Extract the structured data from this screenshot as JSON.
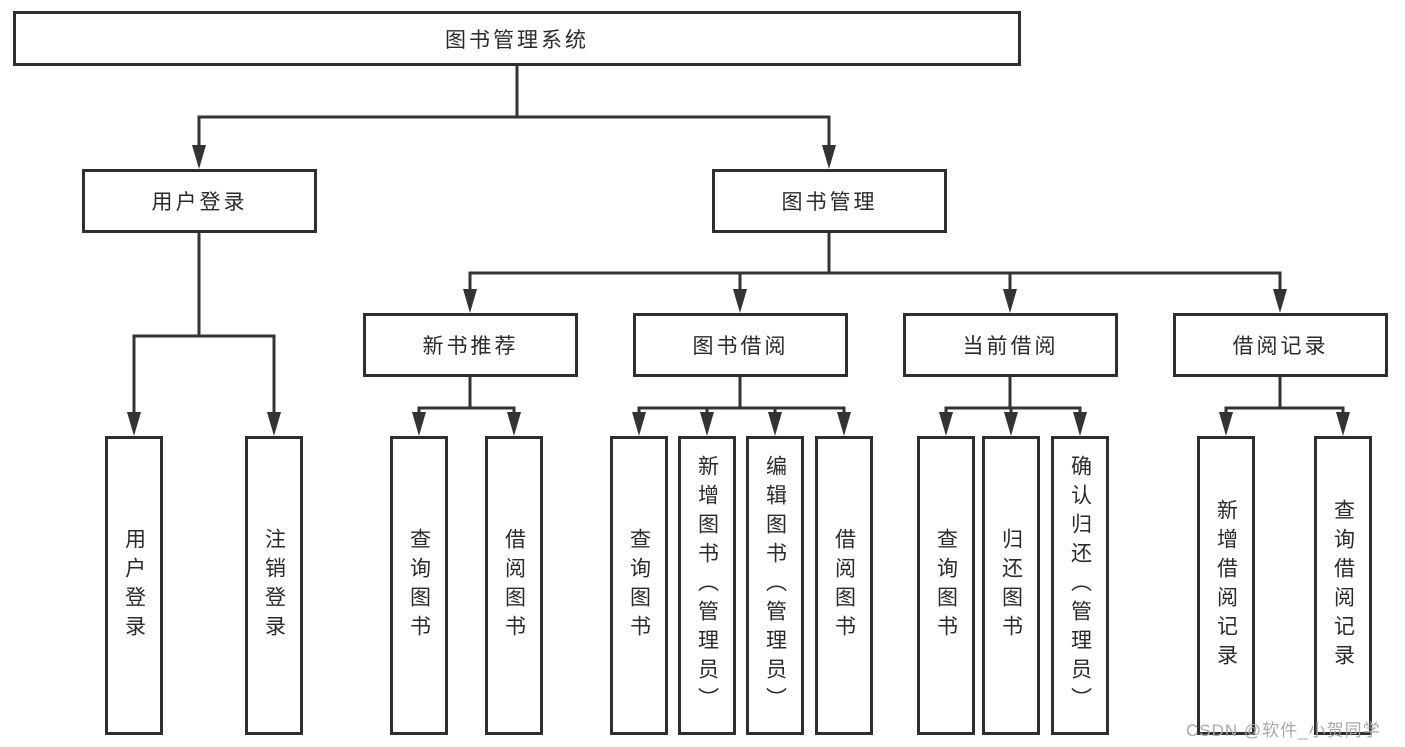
{
  "diagram": {
    "root": {
      "label": "图书管理系统"
    },
    "level2": [
      {
        "label": "用户登录"
      },
      {
        "label": "图书管理"
      }
    ],
    "level3": [
      {
        "label": "新书推荐",
        "parent": "图书管理"
      },
      {
        "label": "图书借阅",
        "parent": "图书管理"
      },
      {
        "label": "当前借阅",
        "parent": "图书管理"
      },
      {
        "label": "借阅记录",
        "parent": "图书管理"
      }
    ],
    "leaves": [
      {
        "label": "用户登录",
        "parent": "用户登录"
      },
      {
        "label": "注销登录",
        "parent": "用户登录"
      },
      {
        "label": "查询图书",
        "parent": "新书推荐"
      },
      {
        "label": "借阅图书",
        "parent": "新书推荐"
      },
      {
        "label": "查询图书",
        "parent": "图书借阅"
      },
      {
        "label": "新增图书（管理员）",
        "parent": "图书借阅"
      },
      {
        "label": "编辑图书（管理员）",
        "parent": "图书借阅"
      },
      {
        "label": "借阅图书",
        "parent": "图书借阅"
      },
      {
        "label": "查询图书",
        "parent": "当前借阅"
      },
      {
        "label": "归还图书",
        "parent": "当前借阅"
      },
      {
        "label": "确认归还（管理员）",
        "parent": "当前借阅"
      },
      {
        "label": "新增借阅记录",
        "parent": "借阅记录"
      },
      {
        "label": "查询借阅记录",
        "parent": "借阅记录"
      }
    ]
  },
  "watermark": {
    "text": "CSDN @软件_小贺同学"
  },
  "colors": {
    "line": "#333333",
    "box_border": "#2e2e2e",
    "box_bg": "#ffffff",
    "text": "#2a2a2a",
    "watermark": "#a8a8a8"
  }
}
